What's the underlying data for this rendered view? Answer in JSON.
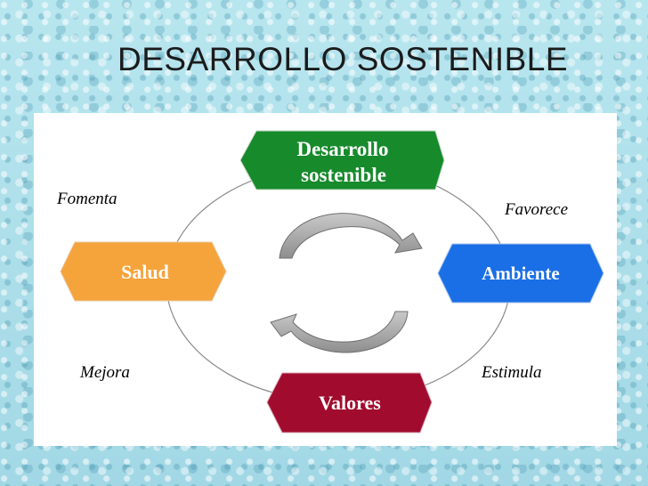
{
  "slide": {
    "title": "DESARROLLO SOSTENIBLE"
  },
  "diagram": {
    "nodes": {
      "top": {
        "line1": "Desarrollo",
        "line2": "sostenible",
        "color": "#178a2c"
      },
      "left": {
        "label": "Salud",
        "color": "#f5a33b"
      },
      "right": {
        "label": "Ambiente",
        "color": "#1a6fe6"
      },
      "bottom": {
        "label": "Valores",
        "color": "#a10c2e"
      }
    },
    "relations": {
      "top_left": "Fomenta",
      "top_right": "Favorece",
      "bottom_left": "Mejora",
      "bottom_right": "Estimula"
    },
    "cycle_arrow_color": "#9a9a9a"
  }
}
